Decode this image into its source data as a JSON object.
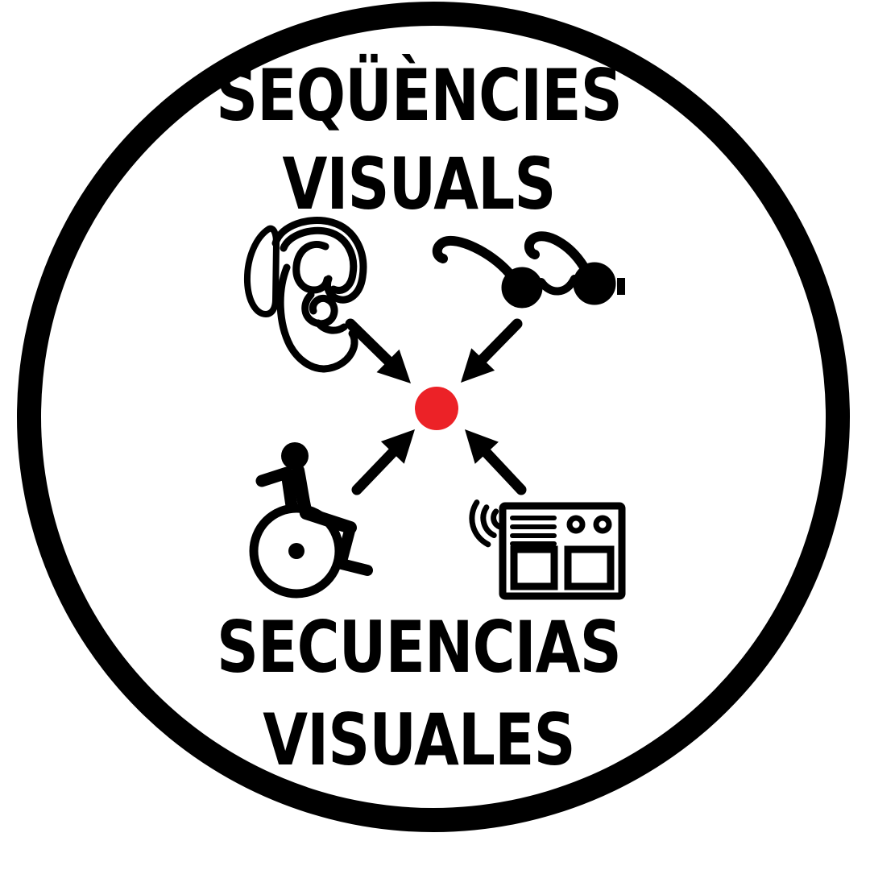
{
  "badge": {
    "title_catalan": {
      "line1": "SEQÜÈNCIES",
      "line2": "VISUALS"
    },
    "title_spanish": {
      "line1": "SECUENCIAS",
      "line2": "VISUALES"
    }
  },
  "colors": {
    "ink": "#000000",
    "background": "#FFFFFF",
    "dot": "#EC2227"
  },
  "icons": [
    "hearing-aid-ear-icon",
    "round-glasses-icon",
    "wheelchair-user-icon",
    "communicator-device-icon",
    "converging-arrows-icon",
    "center-dot"
  ]
}
